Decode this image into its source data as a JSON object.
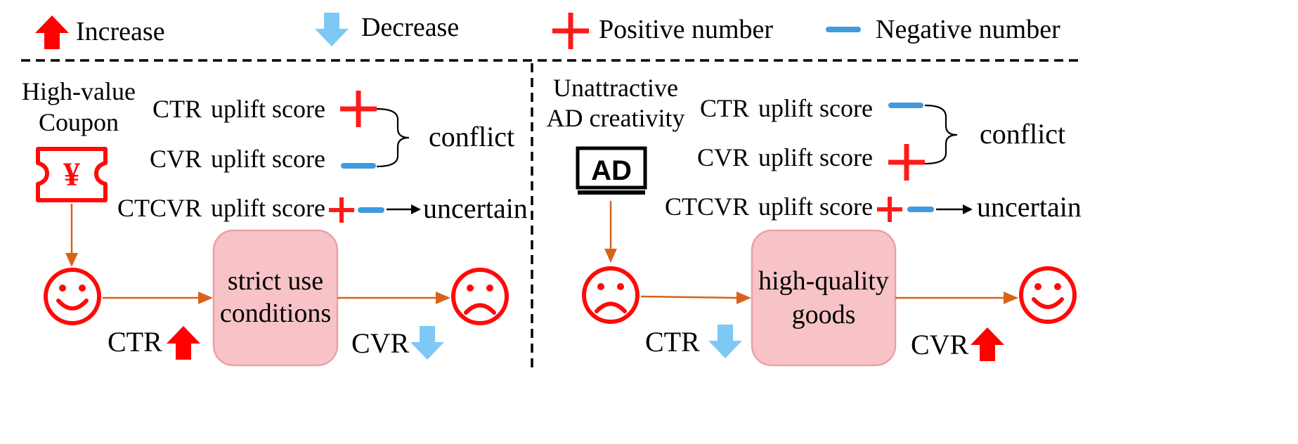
{
  "colors": {
    "increase": "#ff0000",
    "decrease": "#7ec8f5",
    "positive": "#ff1a1a",
    "negative": "#3f9ae0",
    "flow_arrow": "#d9621a",
    "box_fill": "#f7c3c6",
    "box_stroke": "#e9a1a6",
    "face": "#ff0a0a"
  },
  "legend": {
    "increase": "Increase",
    "decrease": "Decrease",
    "positive": "Positive number",
    "negative": "Negative number"
  },
  "left": {
    "source_line1": "High-value",
    "source_line2": "Coupon",
    "coupon_symbol": "¥",
    "source_icon": "coupon-icon",
    "ctr_row": {
      "metric": "CTR",
      "label": "uplift score"
    },
    "cvr_row": {
      "metric": "CVR",
      "label": "uplift score"
    },
    "ctcvr_row": {
      "metric": "CTCVR",
      "label": "uplift score"
    },
    "conflict": "conflict",
    "uncertain": "uncertain",
    "box_line1": "strict use",
    "box_line2": "conditions",
    "ctr_label": "CTR",
    "cvr_label": "CVR",
    "start_face": "happy",
    "end_face": "sad",
    "ctr_direction": "increase",
    "cvr_direction": "decrease"
  },
  "right": {
    "source_line1": "Unattractive",
    "source_line2": "AD  creativity",
    "ad_text": "AD",
    "source_icon": "ad-monitor-icon",
    "ctr_row": {
      "metric": "CTR",
      "label": "uplift score"
    },
    "cvr_row": {
      "metric": "CVR",
      "label": "uplift score"
    },
    "ctcvr_row": {
      "metric": "CTCVR",
      "label": "uplift score"
    },
    "conflict": "conflict",
    "uncertain": "uncertain",
    "box_line1": "high-quality",
    "box_line2": "goods",
    "ctr_label": "CTR",
    "cvr_label": "CVR",
    "start_face": "sad",
    "end_face": "happy",
    "ctr_direction": "decrease",
    "cvr_direction": "increase"
  }
}
